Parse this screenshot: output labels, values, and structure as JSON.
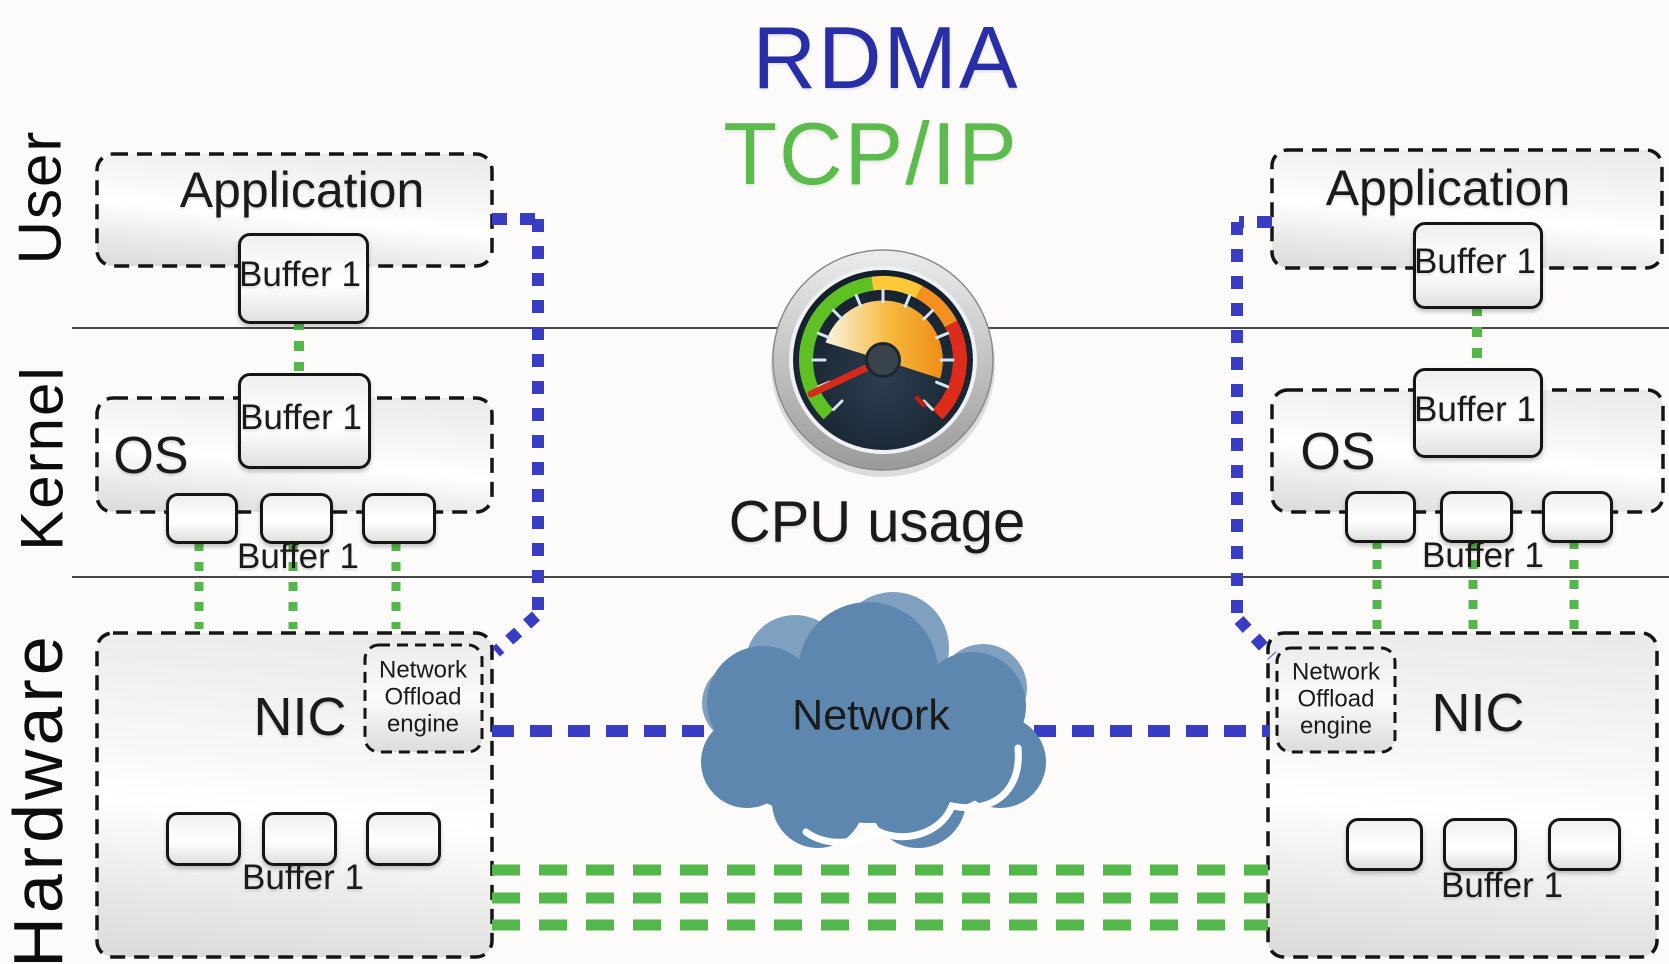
{
  "titles": {
    "rdma": "RDMA",
    "tcpip": "TCP/IP"
  },
  "layer_labels": {
    "user": "User",
    "kernel": "Kernel",
    "hardware": "Hardware"
  },
  "center": {
    "cpu_caption": "CPU usage",
    "cloud_label": "Network"
  },
  "hosts": {
    "left": {
      "application": "Application",
      "application_buffer": "Buffer 1",
      "os": "OS",
      "os_buffer": "Buffer 1",
      "os_buffer_caption": "Buffer 1",
      "nic": "NIC",
      "nic_engine": "Network Offload engine",
      "nic_buffer_caption": "Buffer 1"
    },
    "right": {
      "application": "Application",
      "application_buffer": "Buffer 1",
      "os": "OS",
      "os_buffer": "Buffer 1",
      "os_buffer_caption": "Buffer 1",
      "nic": "NIC",
      "nic_engine": "Network Offload engine",
      "nic_buffer_caption": "Buffer 1"
    }
  },
  "colors": {
    "rdma_title": "#282da8",
    "tcpip_title": "#5bbb4d",
    "rdma_path": "#383dc4",
    "tcpip_path": "#54b74b",
    "cloud_front": "#5d87ae",
    "cloud_back": "#7fa0c0"
  }
}
